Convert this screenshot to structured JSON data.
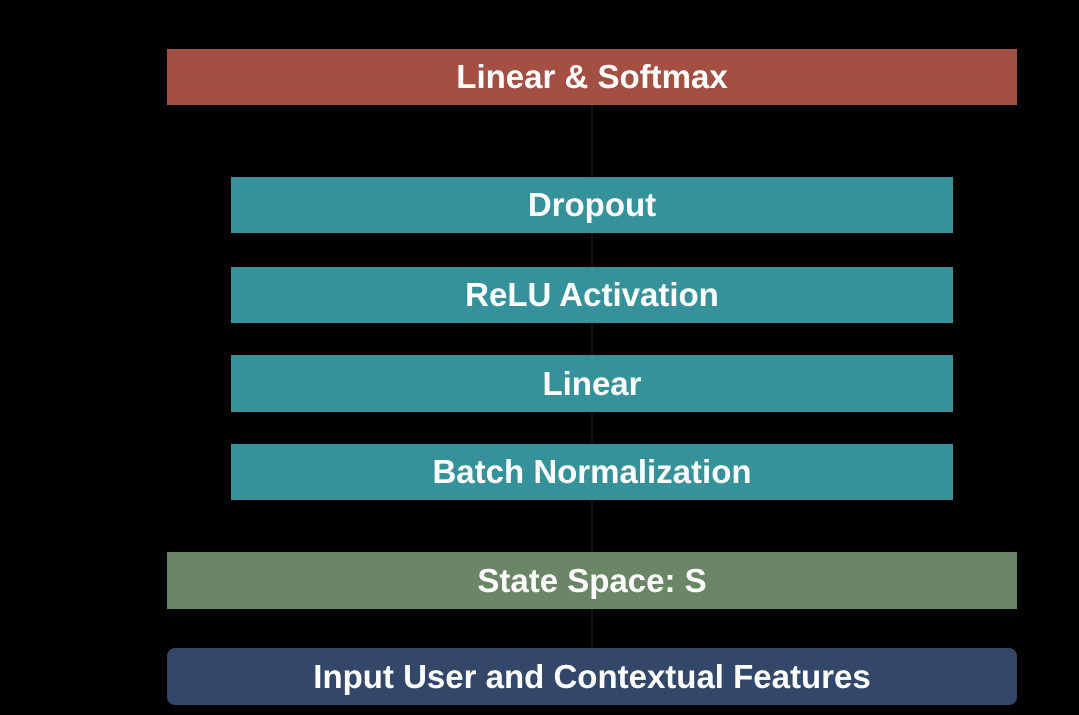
{
  "colors": {
    "background": "#000000",
    "output": "#A34F42",
    "hidden": "#35929A",
    "state": "#6B8666",
    "input": "#33476A",
    "text": "#FFFFFF"
  },
  "layers": {
    "output": {
      "label": "Linear & Softmax"
    },
    "dropout": {
      "label": "Dropout"
    },
    "relu": {
      "label": "ReLU Activation"
    },
    "linear": {
      "label": "Linear"
    },
    "batchnorm": {
      "label": "Batch Normalization"
    },
    "state": {
      "label": "State Space: S"
    },
    "input": {
      "label": "Input User and Contextual Features"
    }
  }
}
